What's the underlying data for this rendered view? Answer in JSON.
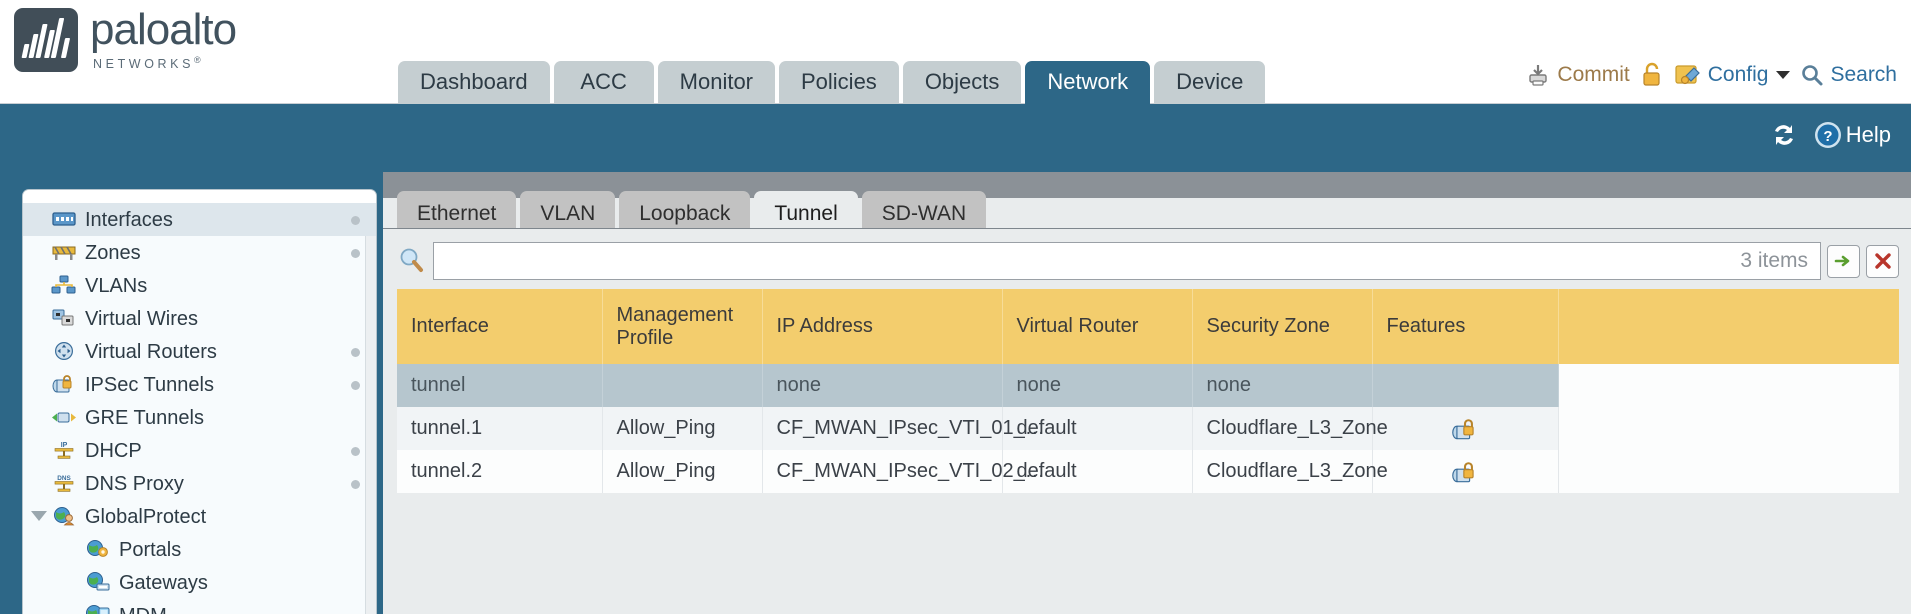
{
  "brand": {
    "name": "paloalto",
    "sub": "NETWORKS",
    "registered": "®"
  },
  "nav": {
    "tabs": [
      {
        "label": "Dashboard",
        "active": false
      },
      {
        "label": "ACC",
        "active": false
      },
      {
        "label": "Monitor",
        "active": false
      },
      {
        "label": "Policies",
        "active": false
      },
      {
        "label": "Objects",
        "active": false
      },
      {
        "label": "Network",
        "active": true
      },
      {
        "label": "Device",
        "active": false
      }
    ],
    "commit_label": "Commit",
    "config_label": "Config",
    "search_label": "Search"
  },
  "band": {
    "help_label": "Help"
  },
  "sidebar": {
    "items": [
      {
        "label": "Interfaces",
        "icon": "interfaces-icon",
        "active": true,
        "dot": true,
        "child": false,
        "twisty": false
      },
      {
        "label": "Zones",
        "icon": "zones-icon",
        "active": false,
        "dot": true,
        "child": false,
        "twisty": false
      },
      {
        "label": "VLANs",
        "icon": "vlans-icon",
        "active": false,
        "dot": false,
        "child": false,
        "twisty": false
      },
      {
        "label": "Virtual Wires",
        "icon": "virtual-wires-icon",
        "active": false,
        "dot": false,
        "child": false,
        "twisty": false
      },
      {
        "label": "Virtual Routers",
        "icon": "virtual-routers-icon",
        "active": false,
        "dot": true,
        "child": false,
        "twisty": false
      },
      {
        "label": "IPSec Tunnels",
        "icon": "ipsec-tunnels-icon",
        "active": false,
        "dot": true,
        "child": false,
        "twisty": false
      },
      {
        "label": "GRE Tunnels",
        "icon": "gre-tunnels-icon",
        "active": false,
        "dot": false,
        "child": false,
        "twisty": false
      },
      {
        "label": "DHCP",
        "icon": "dhcp-icon",
        "active": false,
        "dot": true,
        "child": false,
        "twisty": false
      },
      {
        "label": "DNS Proxy",
        "icon": "dns-proxy-icon",
        "active": false,
        "dot": true,
        "child": false,
        "twisty": false
      },
      {
        "label": "GlobalProtect",
        "icon": "globalprotect-icon",
        "active": false,
        "dot": false,
        "child": false,
        "twisty": true
      },
      {
        "label": "Portals",
        "icon": "portals-icon",
        "active": false,
        "dot": false,
        "child": true,
        "twisty": false
      },
      {
        "label": "Gateways",
        "icon": "gateways-icon",
        "active": false,
        "dot": false,
        "child": true,
        "twisty": false
      },
      {
        "label": "MDM",
        "icon": "mdm-icon",
        "active": false,
        "dot": false,
        "child": true,
        "twisty": false
      }
    ]
  },
  "main": {
    "subtabs": [
      {
        "label": "Ethernet",
        "active": false
      },
      {
        "label": "VLAN",
        "active": false
      },
      {
        "label": "Loopback",
        "active": false
      },
      {
        "label": "Tunnel",
        "active": true
      },
      {
        "label": "SD-WAN",
        "active": false
      }
    ],
    "search": {
      "value": "",
      "placeholder": "",
      "items_count": "3 items"
    },
    "table": {
      "columns": [
        "Interface",
        "Management Profile",
        "IP Address",
        "Virtual Router",
        "Security Zone",
        "Features",
        ""
      ],
      "rows": [
        {
          "type": "group",
          "interface": "tunnel",
          "management_profile": "",
          "ip_address": "none",
          "virtual_router": "none",
          "security_zone": "none",
          "features": ""
        },
        {
          "type": "data",
          "interface": "tunnel.1",
          "management_profile": "Allow_Ping",
          "ip_address": "CF_MWAN_IPsec_VTI_01_…",
          "virtual_router": "default",
          "security_zone": "Cloudflare_L3_Zone",
          "features": "ipsec-lock-icon"
        },
        {
          "type": "data",
          "interface": "tunnel.2",
          "management_profile": "Allow_Ping",
          "ip_address": "CF_MWAN_IPsec_VTI_02_…",
          "virtual_router": "default",
          "security_zone": "Cloudflare_L3_Zone",
          "features": "ipsec-lock-icon"
        }
      ]
    }
  },
  "colors": {
    "brand_blue": "#2d6787",
    "header_yellow": "#f3cd6d",
    "group_row": "#b6c6ce",
    "link": "#4a89a8",
    "tab_gray": "#c5ced1"
  }
}
